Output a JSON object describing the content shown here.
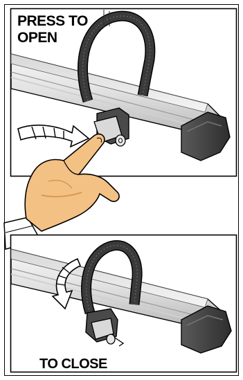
{
  "panels": {
    "top": {
      "caption_line1": "PRESS TO",
      "caption_line2": "OPEN"
    },
    "bottom": {
      "caption": "TO CLOSE"
    }
  },
  "colors": {
    "rail_light": "#eeeeee",
    "rail_mid": "#c8c8c8",
    "rail_dark": "#8a8a8a",
    "strap": "#3a3a3a",
    "end_cap": "#4a4a4a",
    "skin": "#f3c184",
    "skin_shadow": "#d99a55",
    "outline": "#000000"
  },
  "icons": [
    "press-direction-arrow",
    "close-rotation-arrow",
    "pointing-hand",
    "strap-buckle"
  ]
}
